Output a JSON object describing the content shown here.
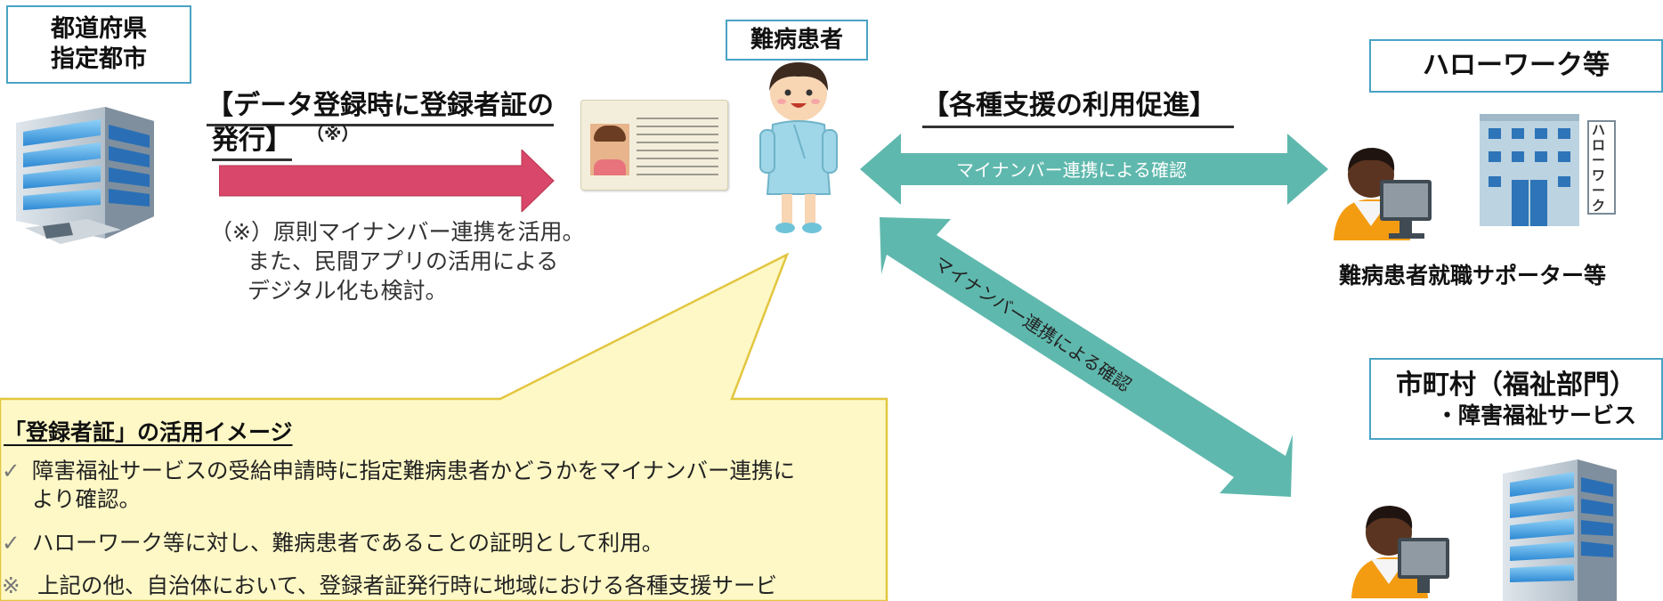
{
  "prefecture_box": {
    "line1": "都道府県",
    "line2": "指定都市"
  },
  "patient_label": "難病患者",
  "hellowork_box": "ハローワーク等",
  "municipality_box": {
    "line1": "市町村（福祉部門）",
    "line2": "・障害福祉サービス"
  },
  "issuance": {
    "heading_line1": "【データ登録時に登録者証の",
    "heading_line2": "発行】",
    "heading_mark": "（※）",
    "note_line1": "（※）原則マイナンバー連携を活用。",
    "note_line2": "また、民間アプリの活用による",
    "note_line3": "デジタル化も検討。"
  },
  "support": {
    "heading": "【各種支援の利用促進】",
    "arrow_top_label": "マイナンバー連携による確認",
    "arrow_diag_label": "マイナンバー連携による確認"
  },
  "hellowork_sign": "ハローワーク",
  "supporter_label": "難病患者就職サポーター等",
  "bubble": {
    "title": "「登録者証」の活用イメージ",
    "bullet1_line1": "障害福祉サービスの受給申請時に指定難病患者かどうかをマイナンバー連携に",
    "bullet1_line2": "より確認。",
    "bullet2": "ハローワーク等に対し、難病患者であることの証明として利用。",
    "note": "上記の他、自治体において、登録者証発行時に地域における各種支援サービ",
    "check_mark": "✓",
    "note_mark": "※"
  },
  "colors": {
    "box_border": "#4aa3c5",
    "issue_arrow": "#d9476a",
    "link_arrow": "#5fb8ad",
    "bubble_fill": "#fdf8c6",
    "bubble_border": "#e3c640"
  }
}
